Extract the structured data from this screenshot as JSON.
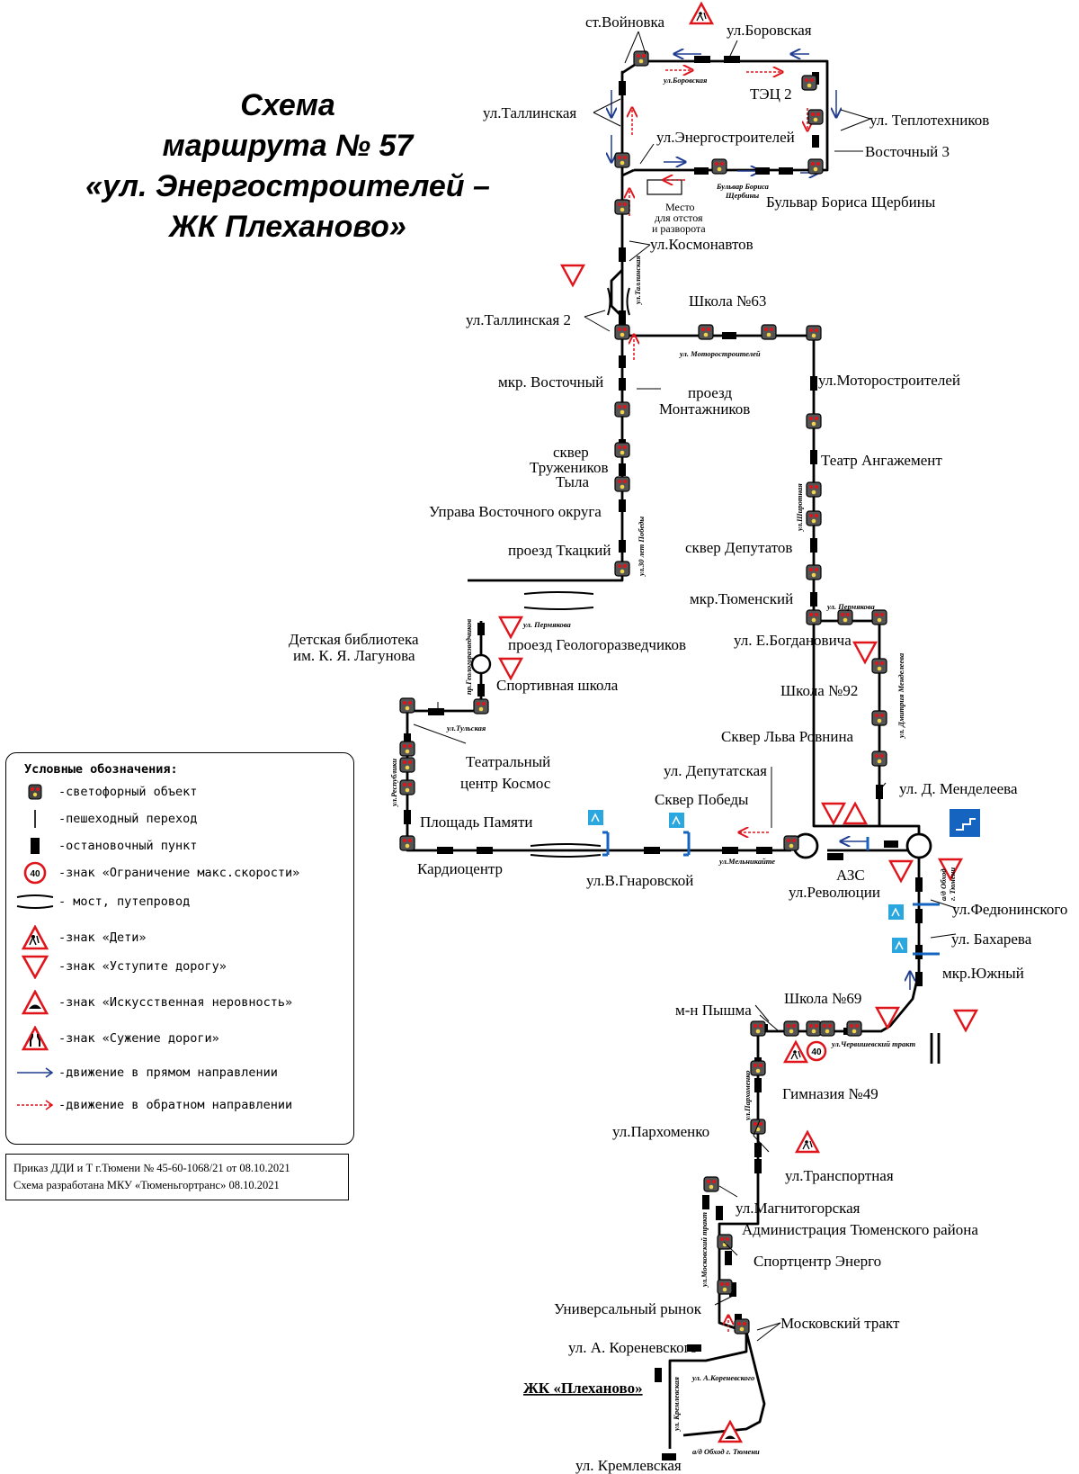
{
  "title": {
    "line1": "Схема",
    "line2": "маршрута № 57",
    "line3": "«ул. Энергостроителей –",
    "line4": "ЖК Плеханово»"
  },
  "stops": {
    "voynovka": "ст.Войновка",
    "borovskaya": "ул.Боровская",
    "tallinskaya": "ул.Таллинская",
    "tec2": "ТЭЦ 2",
    "teplotehnikov": "ул. Теплотехников",
    "energostroiteley": "ул.Энергостроителей",
    "vostochny3": "Восточный 3",
    "bulvar_scherbiny": "Бульвар Бориса Щербины",
    "mesto_otstoya_1": "Место",
    "mesto_otstoya_2": "для отстоя",
    "mesto_otstoya_3": "и разворота",
    "kosmonavtov": "ул.Космонавтов",
    "tallinskaya2": "ул.Таллинская 2",
    "shkola63": "Школа №63",
    "mkr_vostochny": "мкр. Восточный",
    "proezd_montazhnikov_1": "проезд",
    "proezd_montazhnikov_2": "Монтажников",
    "motorostroiteley": "ул.Моторостроителей",
    "skver_truzhenikov_1": "сквер",
    "skver_truzhenikov_2": "Тружеников",
    "skver_truzhenikov_3": "Тыла",
    "teatr_angazhement": "Театр Ангажемент",
    "uprava": "Управа Восточного округа",
    "proezd_tkatsky": "проезд Ткацкий",
    "skver_deputatov": "сквер Депутатов",
    "mkr_tyumensky": "мкр.Тюменский",
    "proezd_geologorazvedchikov": "проезд Геологоразведчиков",
    "bogdanovicha": "ул. Е.Богдановича",
    "biblioteka_1": "Детская библиотека",
    "biblioteka_2": "им. К. Я. Лагунова",
    "sportivnaya_shkola": "Спортивная школа",
    "shkola92": "Школа №92",
    "skver_rovnina": "Сквер Льва Ровнина",
    "teatralny_1": "Театральный",
    "teatralny_2": "центр Космос",
    "deputatskaya": "ул. Депутатская",
    "mendeleeva": "ул. Д. Менделеева",
    "skver_pobedy": "Сквер Победы",
    "ploschad_pamyati": "Площадь Памяти",
    "kardiocentr": "Кардиоцентр",
    "gnarovskoy": "ул.В.Гнаровской",
    "azs": "АЗС",
    "revolucii": "ул.Революции",
    "fedyuninskogo": "ул.Федюнинского",
    "baharyeva": "ул. Бахарева",
    "mkr_yuzhny": "мкр.Южный",
    "pyshma": "м-н Пышма",
    "shkola69": "Школа №69",
    "gimnaziya49": "Гимназия №49",
    "parhomenko": "ул.Пархоменко",
    "transportnaya": "ул.Транспортная",
    "magnitogorskaya": "ул.Магнитогорская",
    "administraciya": "Администрация Тюменского района",
    "sportcentr": "Спортцентр Энерго",
    "universalny": "Универсальный рынок",
    "moskovsky_trakt": "Московский тракт",
    "korenevskogo": "ул. А. Кореневского",
    "plehanovo": "ЖК «Плеханово»",
    "kremlevskaya": "ул. Кремлевская"
  },
  "streets": {
    "borovskaya": "ул.Боровская",
    "bulvar_1": "Бульвар Бориса",
    "bulvar_2": "Щербины",
    "tallinskaya": "ул.Таллинская",
    "motorostroiteley": "ул. Моторостроителей",
    "let30_pobedy": "ул.30 лет Победы",
    "shirotnaya": "ул.Широтная",
    "permyakova_1": "ул. Пермякова",
    "permyakova_2": "ул. Пермякова",
    "geologorazvedchikov": "пр.Геологоразведчиков",
    "mendeleeva": "ул. Дмитрия Менделеева",
    "tulskaya": "ул.Тульская",
    "respubliki": "ул.Республики",
    "melnikayte": "ул.Мельникайте",
    "obhod_1": "а/д Обход",
    "obhod_2": "г. Тюмени",
    "chervishevsky": "ул.Червишевский тракт",
    "parhomenko": "ул.Пархоменко",
    "moskovsky": "ул.Московский тракт",
    "korenevskogo": "ул. А.Кореневского",
    "kremlevskaya": "ул. Кремлевская",
    "obhod_tyumeni": "а/д Обход г. Тюмени"
  },
  "speed_limit": "40",
  "legend": {
    "title": "Условные обозначения:",
    "items": [
      {
        "icon": "traffic-light-icon",
        "text": "-светофорный объект"
      },
      {
        "icon": "crosswalk-icon",
        "text": "-пешеходный переход"
      },
      {
        "icon": "bus-stop-icon",
        "text": "-остановочный пункт"
      },
      {
        "icon": "speed-limit-icon",
        "text": "-знак «Ограничение макс.скорости»",
        "value": "40"
      },
      {
        "icon": "bridge-icon",
        "text": " - мост, путепровод"
      },
      {
        "icon": "children-sign-icon",
        "text": "-знак «Дети»"
      },
      {
        "icon": "yield-sign-icon",
        "text": "-знак «Уступите дорогу»"
      },
      {
        "icon": "speed-bump-sign-icon",
        "text": "-знак «Искусственная неровность»"
      },
      {
        "icon": "road-narrowing-sign-icon",
        "text": "-знак «Сужение дороги»"
      },
      {
        "icon": "forward-arrow-icon",
        "text": "-движение в прямом направлении"
      },
      {
        "icon": "return-arrow-icon",
        "text": "-движение в обратном направлении"
      }
    ]
  },
  "footer": {
    "line1": "Приказ ДДИ и Т г.Тюмени № 45-60-1068/21 от 08.10.2021",
    "line2": "Схема разработана МКУ «Тюменьгортранс» 08.10.2021"
  },
  "colors": {
    "route": "#000000",
    "forward_arrow": "#1f3b8f",
    "return_arrow": "#e0141b",
    "sign_red": "#e0141b",
    "crosswalk_sign": "#2aa7df",
    "underpass_sign": "#1565c0"
  }
}
